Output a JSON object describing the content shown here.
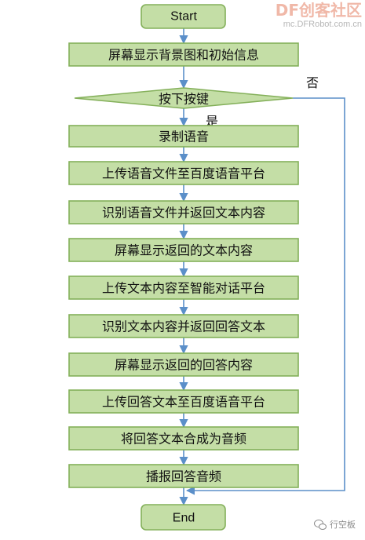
{
  "logo": {
    "mark": "DF创客社区",
    "url": "mc.DFRobot.com.cn"
  },
  "watermark": {
    "icon": "wechat-icon",
    "text": "行空板"
  },
  "colors": {
    "box_fill": "#c4dea6",
    "box_stroke": "#84b05a",
    "terminal_fill": "#c4dea6",
    "decision_fill": "#c4dea6",
    "arrow": "#5b8fc9"
  },
  "flowchart": {
    "start": "Start",
    "end": "End",
    "decision": {
      "label": "按下按键",
      "yes": "是",
      "no": "否"
    },
    "steps": [
      "屏幕显示背景图和初始信息",
      "录制语音",
      "上传语音文件至百度语音平台",
      "识别语音文件并返回文本内容",
      "屏幕显示返回的文本内容",
      "上传文本内容至智能对话平台",
      "识别文本内容并返回回答文本",
      "屏幕显示返回的回答内容",
      "上传回答文本至百度语音平台",
      "将回答文本合成为音频",
      "播报回答音频"
    ]
  }
}
